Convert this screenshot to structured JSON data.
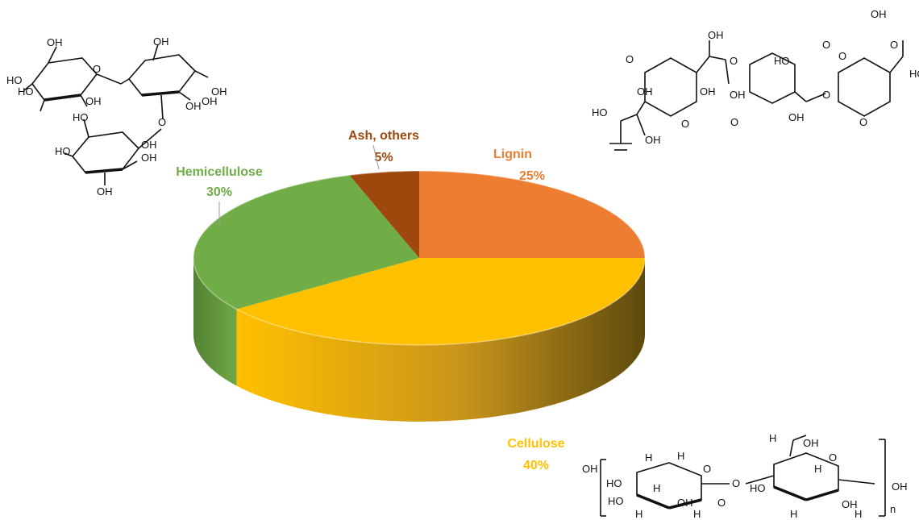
{
  "chart_data": {
    "type": "pie",
    "title": "",
    "slices": [
      {
        "name": "Lignin",
        "label": "25%",
        "value": 25,
        "color": "#ED7D31",
        "label_color": "#ED7D31"
      },
      {
        "name": "Cellulose",
        "label": "40%",
        "value": 40,
        "color": "#FFC000",
        "label_color": "#FFC000"
      },
      {
        "name": "Hemicellulose",
        "label": "30%",
        "value": 30,
        "color": "#70AD47",
        "label_color": "#70AD47"
      },
      {
        "name": "Ash, others",
        "label": "5%",
        "value": 5,
        "color": "#9E480E",
        "label_color": "#9E480E"
      }
    ],
    "legend": "none",
    "style": "3d-pie"
  },
  "structures": {
    "hemicellulose_atoms": [
      "OH",
      "HO",
      "HO",
      "OH",
      "O",
      "OH",
      "OH",
      "OH",
      "HO",
      "O",
      "HO",
      "OH",
      "OH",
      "OH",
      "OH"
    ],
    "lignin_atoms": [
      "OH",
      "O",
      "OH",
      "OH",
      "O",
      "HO",
      "O",
      "HO",
      "HO",
      "O",
      "O",
      "OH",
      "O",
      "O",
      "OH",
      "O",
      "OH",
      "OH",
      "O"
    ],
    "cellulose_atoms": [
      "OH",
      "H",
      "H",
      "O",
      "H",
      "HO",
      "HO",
      "H",
      "H",
      "OH",
      "O",
      "O",
      "HO",
      "OH",
      "H",
      "H",
      "OH",
      "H",
      "H",
      "O",
      "OH",
      "n"
    ]
  }
}
